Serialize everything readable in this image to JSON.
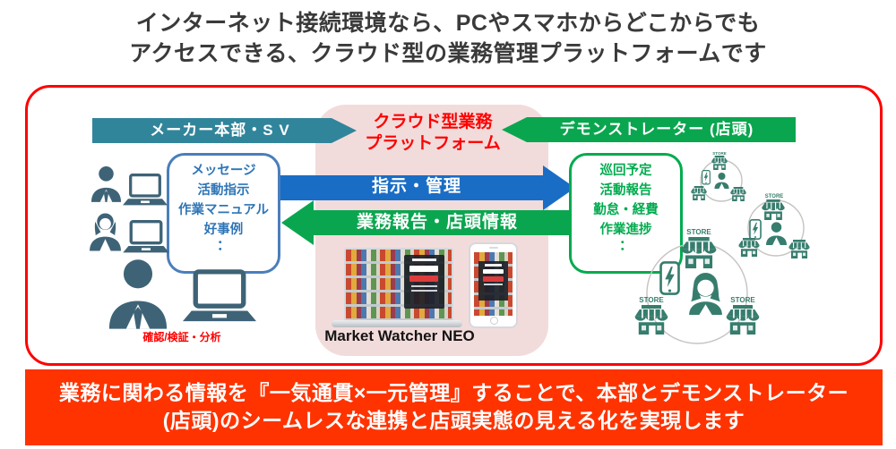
{
  "title": {
    "line1": "インターネット接続環境なら、PCやスマホからどこからでも",
    "line2": "アクセスできる、クラウド型の業務管理プラットフォームです"
  },
  "diagram": {
    "left_banner": "メーカー本部・S V",
    "right_banner": "デモンストレーター (店頭)",
    "cloud_title_line1": "クラウド型業務",
    "cloud_title_line2": "プラットフォーム",
    "arrow_to_store": "指示・管理",
    "arrow_to_hq": "業務報告・店頭情報",
    "hq_box_items": [
      "メッセージ",
      "活動指示",
      "作業マニュアル",
      "好事例",
      "："
    ],
    "store_box_items": [
      "巡回予定",
      "活動報告",
      "勤怠・経費",
      "作業進捗",
      "："
    ],
    "hq_caption": "確認/検証・分析",
    "product_name": "Market Watcher NEO",
    "store_label": "STORE"
  },
  "footer": {
    "line1": "業務に関わる情報を『一気通貫×一元管理』することで、本部とデモンストレーター",
    "line2": "(店頭)のシームレスな連携と店頭実態の見える化を実現します"
  },
  "colors": {
    "border_red": "#FF0000",
    "banner_teal": "#31859B",
    "banner_green": "#0AA64F",
    "arrow_blue": "#1A6DC5",
    "panel_pink": "#F2DCDB",
    "footer_orange": "#FF3300",
    "hq_icon_slate": "#3E6377",
    "store_icon_green": "#377D6E",
    "hq_box_blue": "#2E75B6",
    "store_box_green": "#00AB4E",
    "cloud_title_red": "#FF0000"
  }
}
